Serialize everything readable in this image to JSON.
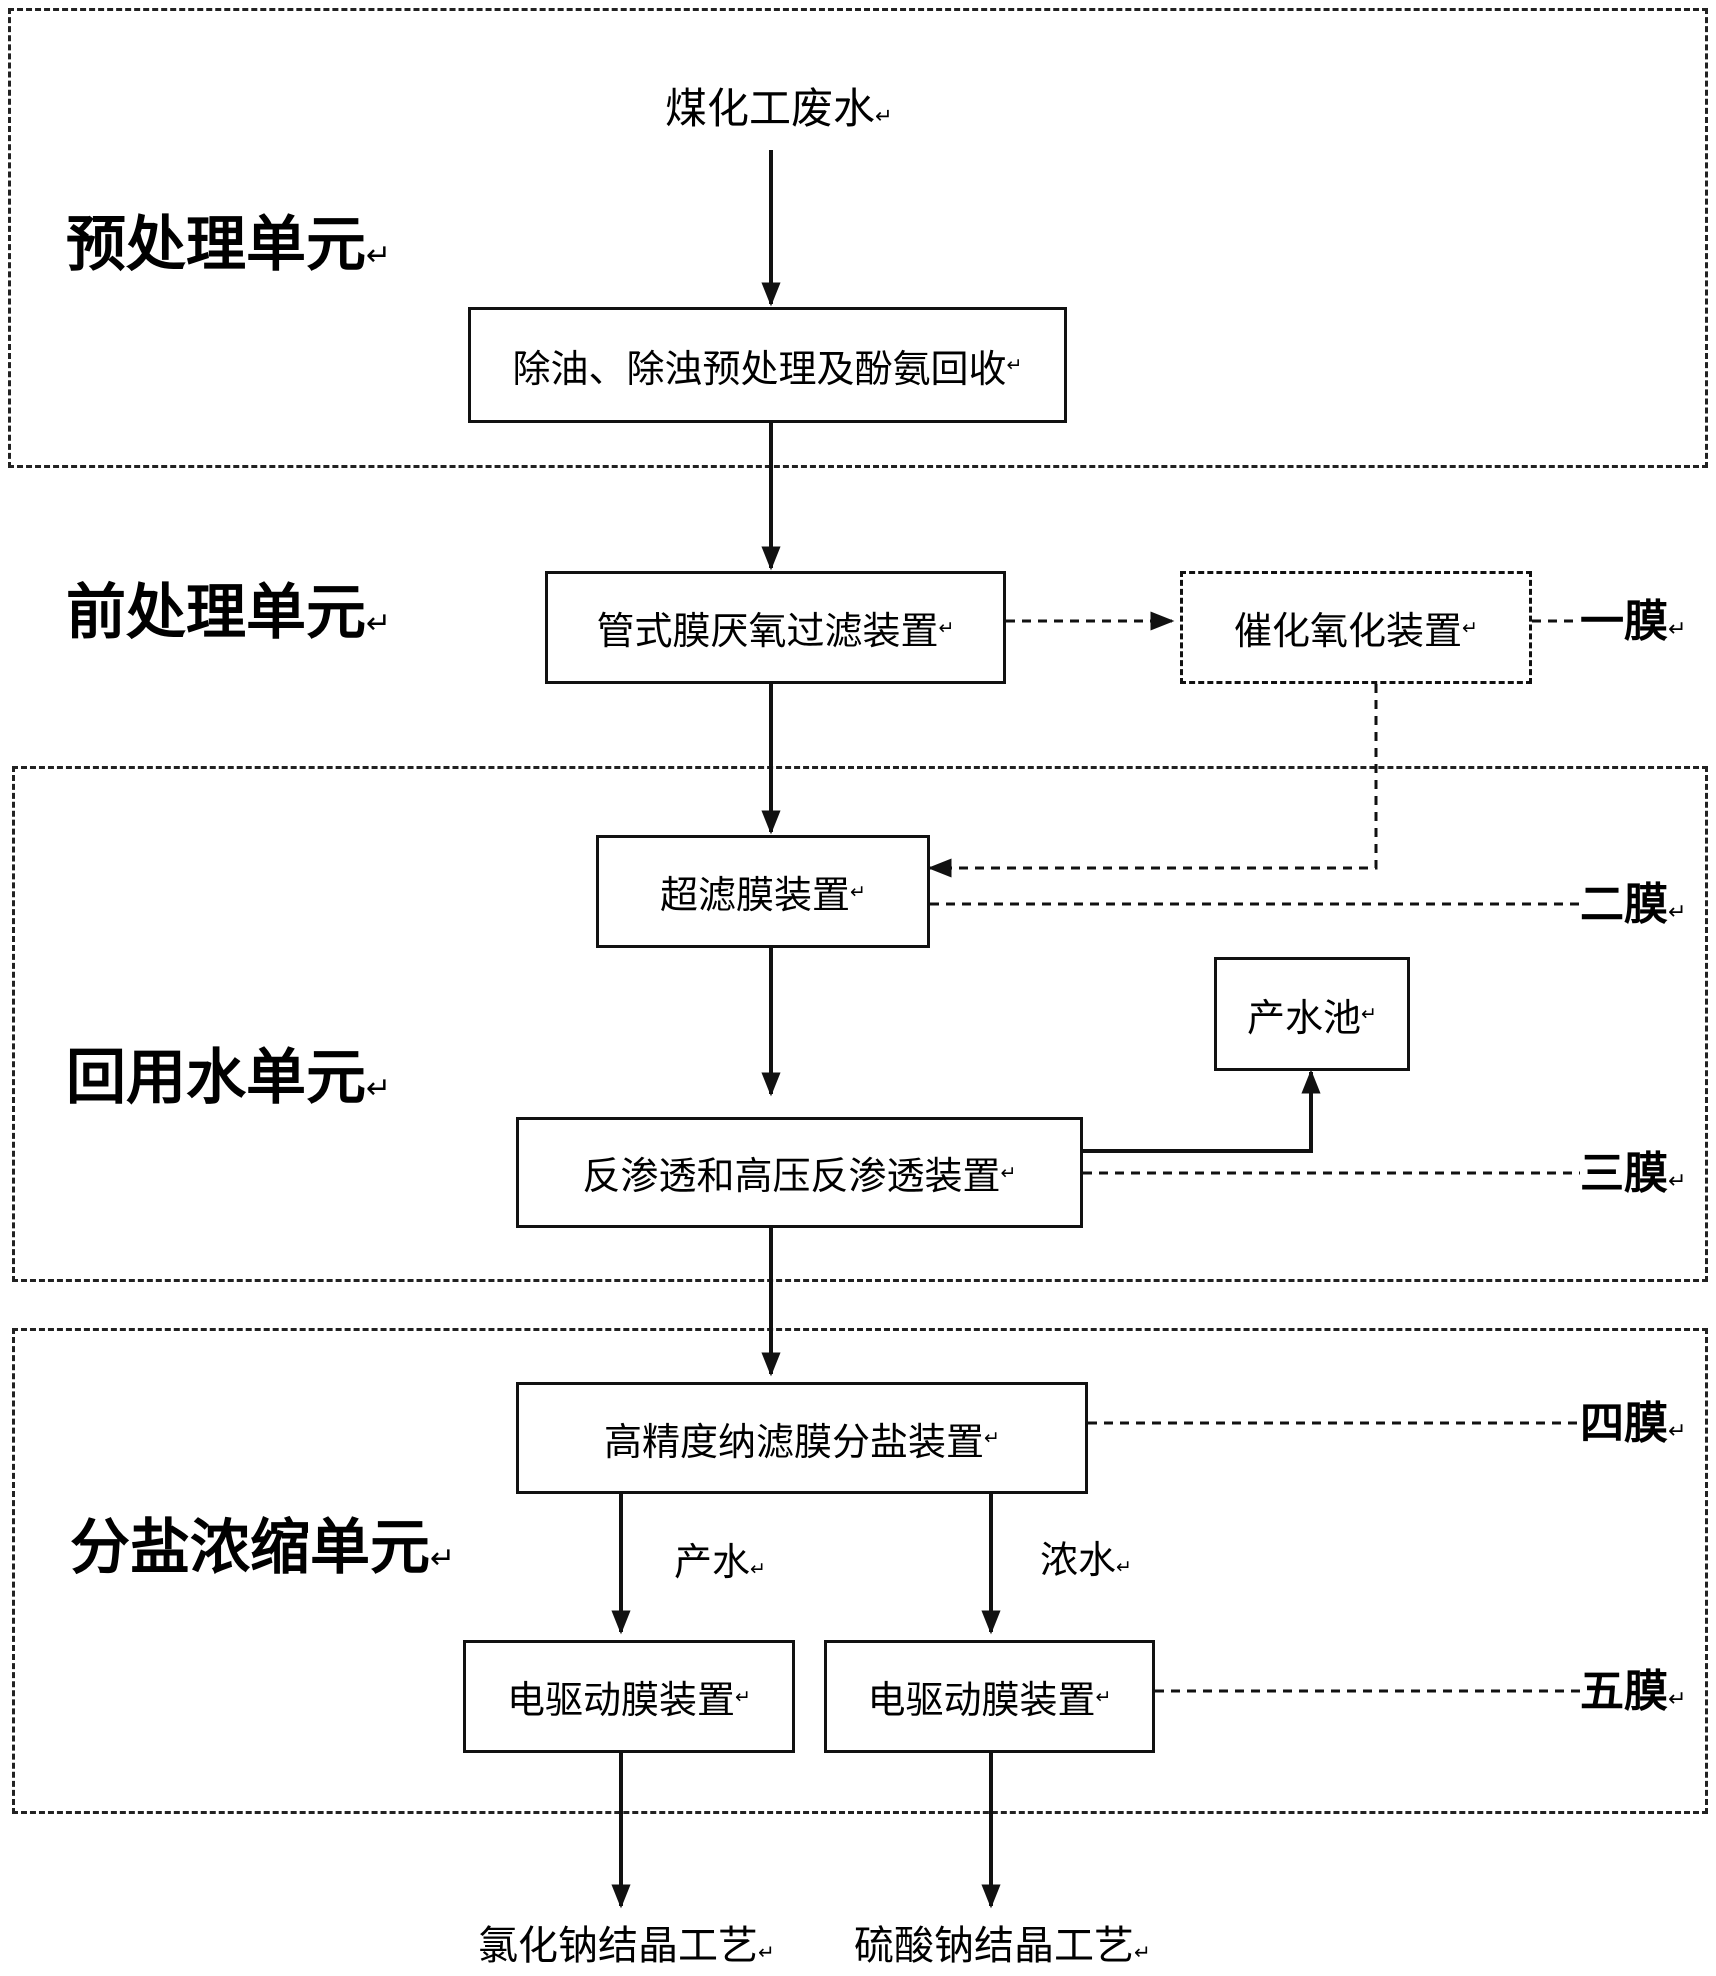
{
  "source": "煤化工废水",
  "units": {
    "pretreatment": "预处理单元",
    "front_treatment": "前处理单元",
    "reuse_water": "回用水单元",
    "salt_concentration": "分盐浓缩单元"
  },
  "boxes": {
    "oil_removal": "除油、除浊预处理及酚氨回收",
    "tubular_membrane": "管式膜厌氧过滤装置",
    "catalytic_oxidation": "催化氧化装置",
    "ultrafiltration": "超滤膜装置",
    "product_pool": "产水池",
    "reverse_osmosis": "反渗透和高压反渗透装置",
    "nanofiltration": "高精度纳滤膜分盐装置",
    "electro_left": "电驱动膜装置",
    "electro_right": "电驱动膜装置"
  },
  "membranes": {
    "first": "一膜",
    "second": "二膜",
    "third": "三膜",
    "fourth": "四膜",
    "fifth": "五膜"
  },
  "flows": {
    "product_water": "产水",
    "concentrate": "浓水"
  },
  "outputs": {
    "sodium_chloride": "氯化钠结晶工艺",
    "sodium_sulfate": "硫酸钠结晶工艺"
  },
  "return_mark": "↵"
}
